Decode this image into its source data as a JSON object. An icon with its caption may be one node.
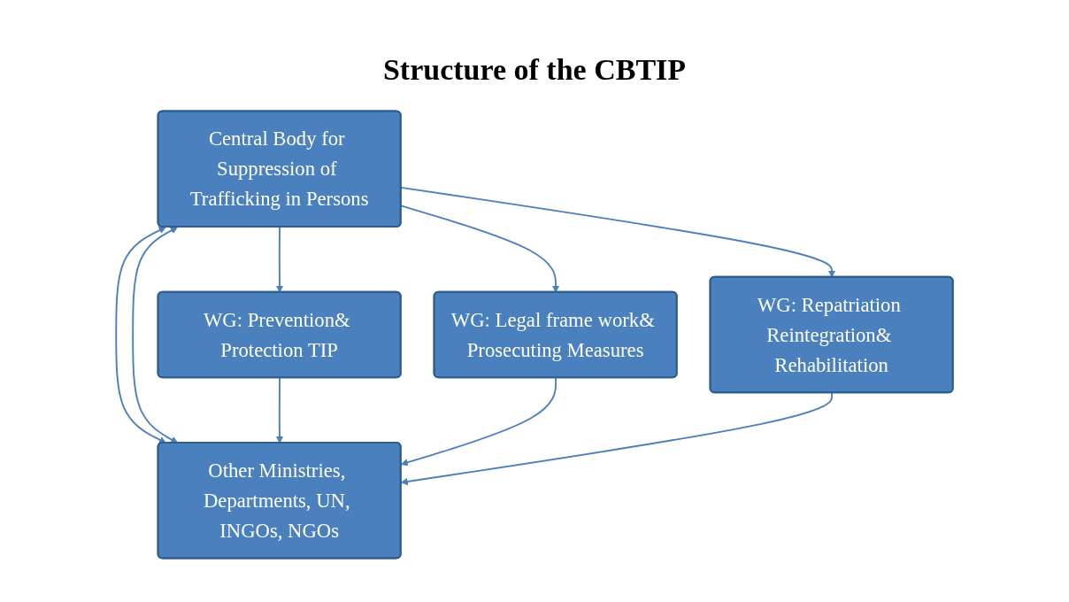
{
  "diagram": {
    "title": "Structure of the CBTIP",
    "nodes": [
      {
        "text": [
          "Central Body for Suppression of Trafficking in Persons"
        ]
      },
      {
        "text": [
          "WG: Prevention& Protection TIP"
        ]
      },
      {
        "text": [
          "WG: Legal frame work& Prosecuting Measures"
        ]
      },
      {
        "text": [
          "WG: Repatriation Reintegration& Rehabilitation"
        ]
      },
      {
        "text": [
          "Other Ministries, Departments, UN, INGOs, NGOs"
        ]
      }
    ],
    "edges": [
      {
        "from": 0,
        "to": 1,
        "arrow": "to"
      },
      {
        "from": 0,
        "to": 4,
        "arrow": "both"
      },
      {
        "from": 0,
        "to": 2,
        "arrow": "to"
      },
      {
        "from": 0,
        "to": 4,
        "arrow": "both"
      },
      {
        "from": 0,
        "to": 3,
        "arrow": "to"
      },
      {
        "from": 1,
        "to": 4,
        "arrow": "to"
      },
      {
        "from": 2,
        "to": 4,
        "arrow": "to"
      },
      {
        "from": 3,
        "to": 4,
        "arrow": "to"
      }
    ]
  }
}
